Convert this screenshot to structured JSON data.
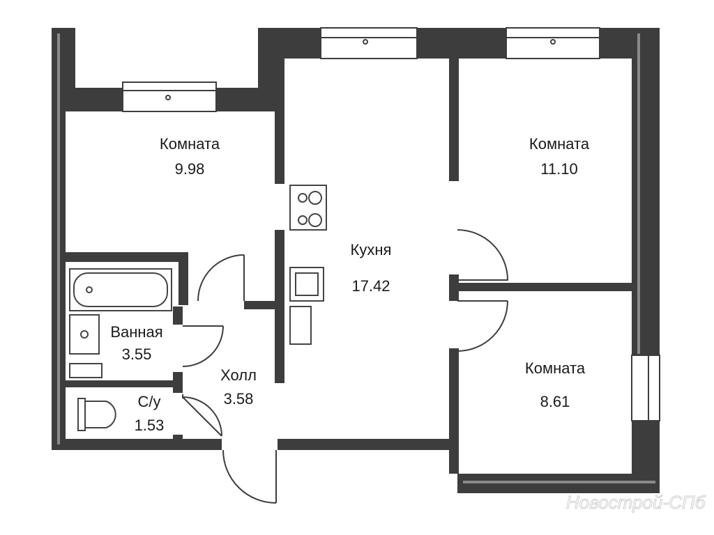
{
  "rooms": [
    {
      "label": "Комната",
      "area": "9.98"
    },
    {
      "label": "Кухня",
      "area": "17.42"
    },
    {
      "label": "Комната",
      "area": "11.10"
    },
    {
      "label": "Комната",
      "area": "8.61"
    },
    {
      "label": "Ванная",
      "area": "3.55"
    },
    {
      "label": "Холл",
      "area": "3.58"
    },
    {
      "label": "С/у",
      "area": "1.53"
    }
  ],
  "watermark": "Новострой-СПб",
  "colors": {
    "wall": "#3d3d3d",
    "wall_dark": "#2b2b2b",
    "wall_light": "#8a8a8a",
    "fixture": "#444444"
  }
}
